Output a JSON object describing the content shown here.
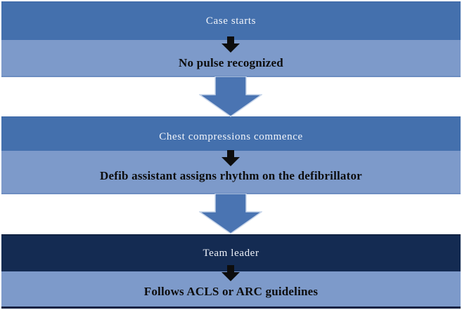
{
  "colors": {
    "background": "#ffffff",
    "medium_blue": "#4470ad",
    "medium_blue_edge": "#3c67a6",
    "light_blue": "#7d9aca",
    "light_blue_edge": "#6d8dc1",
    "dark_navy": "#142b52",
    "navy_edge": "#0f2242",
    "arrow_black": "#0d0d0d",
    "big_arrow_fill": "#4a74b2",
    "big_arrow_outline": "#c7d5ea"
  },
  "flowchart": {
    "type": "vertical-flow",
    "steps": [
      {
        "label": "Case starts",
        "band_style": "medium"
      },
      {
        "label": "No pulse recognized",
        "band_style": "light"
      },
      {
        "label": "Chest compressions commence",
        "band_style": "medium"
      },
      {
        "label": "Defib assistant assigns rhythm on the defibrillator",
        "band_style": "light"
      },
      {
        "label": "Team leader",
        "band_style": "dark"
      },
      {
        "label": "Follows ACLS or ARC guidelines",
        "band_style": "light"
      }
    ],
    "connectors": [
      {
        "type": "small-black-down-arrow",
        "from": "Case starts",
        "to": "No pulse recognized"
      },
      {
        "type": "large-blue-down-arrow",
        "from": "No pulse recognized",
        "to": "Chest compressions commence"
      },
      {
        "type": "small-black-down-arrow",
        "from": "Chest compressions commence",
        "to": "Defib assistant assigns rhythm on the defibrillator"
      },
      {
        "type": "large-blue-down-arrow",
        "from": "Defib assistant assigns rhythm on the defibrillator",
        "to": "Team leader"
      },
      {
        "type": "small-black-down-arrow",
        "from": "Team leader",
        "to": "Follows ACLS or ARC guidelines"
      }
    ]
  }
}
